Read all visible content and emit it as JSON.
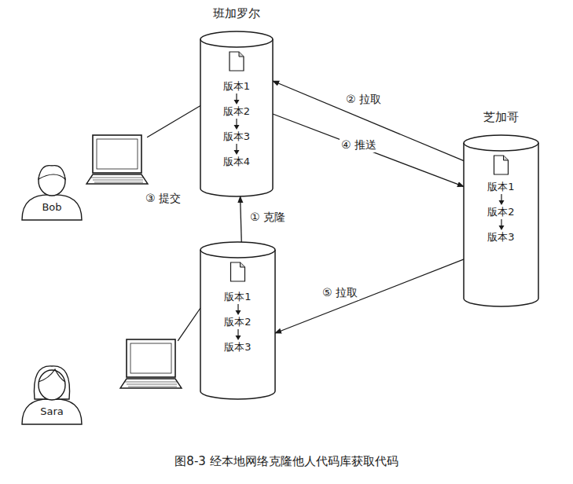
{
  "diagram": {
    "caption": "图8-3 经本地网络克隆他人代码库获取代码",
    "nodes": [
      {
        "text": [
          "班加罗尔",
          "版本1",
          "版本2",
          "版本3",
          "版本4"
        ]
      },
      {
        "text": [
          "芝加哥",
          "版本1",
          "版本2",
          "版本3"
        ]
      },
      {
        "text": [
          "版本1",
          "版本2",
          "版本3"
        ]
      },
      {
        "text": [
          "Bob"
        ]
      },
      {
        "text": [
          "Sara"
        ]
      }
    ],
    "edges": [
      {
        "from": 2,
        "to": 0,
        "label": "① 克隆",
        "arrow": "to"
      },
      {
        "from": 1,
        "to": 0,
        "label": "② 拉取",
        "arrow": "to"
      },
      {
        "from": 3,
        "to": 0,
        "label": "③ 提交",
        "arrow": "none"
      },
      {
        "from": 0,
        "to": 1,
        "label": "④ 推送",
        "arrow": "to"
      },
      {
        "from": 1,
        "to": 2,
        "label": "⑤ 拉取",
        "arrow": "to"
      },
      {
        "from": 4,
        "to": 2,
        "arrow": "none"
      }
    ]
  }
}
